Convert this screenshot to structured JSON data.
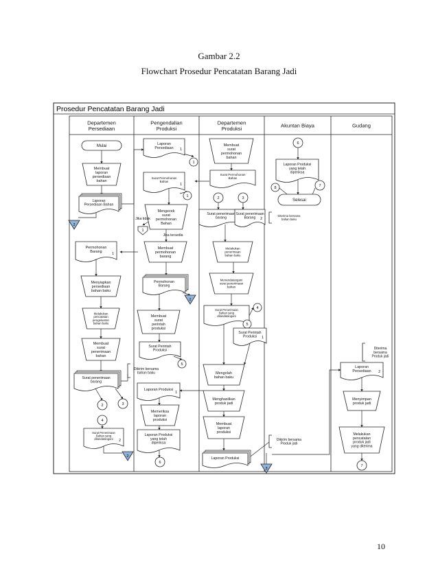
{
  "caption": {
    "label": "Gambar  2.2",
    "title": "Flowchart  Prosedur  Pencatatan  Barang  Jadi"
  },
  "page_number": "10",
  "diagram": {
    "title": "Prosedur Pencatatan Barang Jadi",
    "lanes": [
      "Departemen\nPersediaan",
      "Pengendalian\nProduksi",
      "Departemen\nProduksi",
      "Akuntan Biaya",
      "Gudang"
    ],
    "labels": {
      "mulai": "Mulai",
      "membuat_laporan_persediaan": "Membuat\nlaporan\npersediaan\nbahan",
      "laporan_persediaan_bahan": "Laporan\nPersediaan Bahan",
      "permohonan_barang": "Permohonan\nBarang",
      "menyiapkan_persediaan": "Menyiapkan\npersediaan\nbahan baku",
      "melakukan_pencatatan": "Melakukan\npencatatan\npengeluaran\nbahan baku",
      "membuat_surat_penerimaan": "Membuat\nsurat\npenerimaan\nbahan",
      "surat_penerimaan_barang": "Surat penerimaan\nbarang",
      "dikirim_bersama_bahan_baku": "Dikirim bersama\nbahan baku",
      "surat_penerimaan_dtt": "Surat Penerimaan\nBahan yang\nditandatangani",
      "laporan_persediaan": "Laporan\nPersediaan",
      "surat_permohonan_bahan": "Surat Permohonan\nBahan",
      "mengecek_surat": "Mengecek\nsurat\npermohonan\nBahan",
      "jika_tidak": "Jika tidak",
      "jika_tersedia": "Jika tersedia",
      "membuat_permohonan_barang": "Membuat\npermohonan\nbarang",
      "permohonan_barang_pp": "Permohonan\nBarang",
      "membuat_surat_perintah": "Membuat\nsurat\nperintah\nproduksi",
      "surat_perintah_produksi": "Surat Perintah\nProduksi",
      "laporan_produksi": "Laporan Produksi",
      "memeriksa_laporan": "Memeriksa\nlaporan\nproduksi",
      "laporan_produksi_diperiksa": "Laporan Produksi\nyang telah\ndiperiksa",
      "membuat_surat_permohonan": "Membuat\nsurat\npermohonan\nbahan",
      "surat_permohonan_bahan_dp": "Surat Permohonan\nBahan",
      "surat_penerimaan_barang_dp": "Surat penerimaan\nbarang",
      "surat_penerimaan_barang_dp2": "Surat penerimaan\nBarang",
      "diterima_bersama": "Diterima bersama\nbahan baku",
      "melakukan_penerimaan": "Melakukan\npenerimaan\nbahan baku",
      "menandatangani": "Menandatangani\nsurat penerimaan\nbahan",
      "surat_penerimaan_dtt_dp": "Surat Penerimaan\nBahan yang\nditandatangani",
      "surat_perintah_produksi_dp": "Surat Perintah\nProduksi",
      "mengolah_bahan_baku": "Mengolah\nbahan baku",
      "menghasilkan_produk": "Menghasilkan\nproduk jadi",
      "membuat_laporan_produksi": "Membuat\nlaporan\nproduksi",
      "laporan_produksi_dp": "Laporan Produksi",
      "dikirim_bersama_produk": "Dikirim bersama\nProduk jadi",
      "laporan_produksi_ab": "Laporan Produksi\nyang telah\ndiperiksa",
      "selesai": "Selesai",
      "diterima_produk_jadi": "Diterima\nbersama\nProduk jadi",
      "laporan_persediaan_g": "Laporan\nPersediaan",
      "menyimpan_produk": "Menyimpan\nproduk jadi",
      "melakukan_pencatatan_produk": "Melakukan\npencatatan\nproduk jadi\nyang diterima"
    }
  },
  "colors": {
    "merge_fill": "#8fb3d9",
    "frame": "#222222"
  }
}
